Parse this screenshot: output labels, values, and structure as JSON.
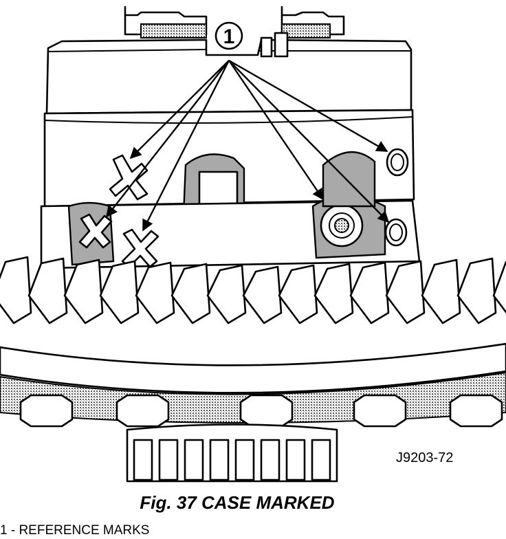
{
  "figure": {
    "callout_number": "1",
    "drawing_code": "J9203-72",
    "caption": "Fig. 37 CASE MARKED",
    "legend": [
      "1 - REFERENCE MARKS"
    ]
  },
  "colors": {
    "line": "#000000",
    "shading": "#a9a9a9",
    "background": "#ffffff"
  }
}
